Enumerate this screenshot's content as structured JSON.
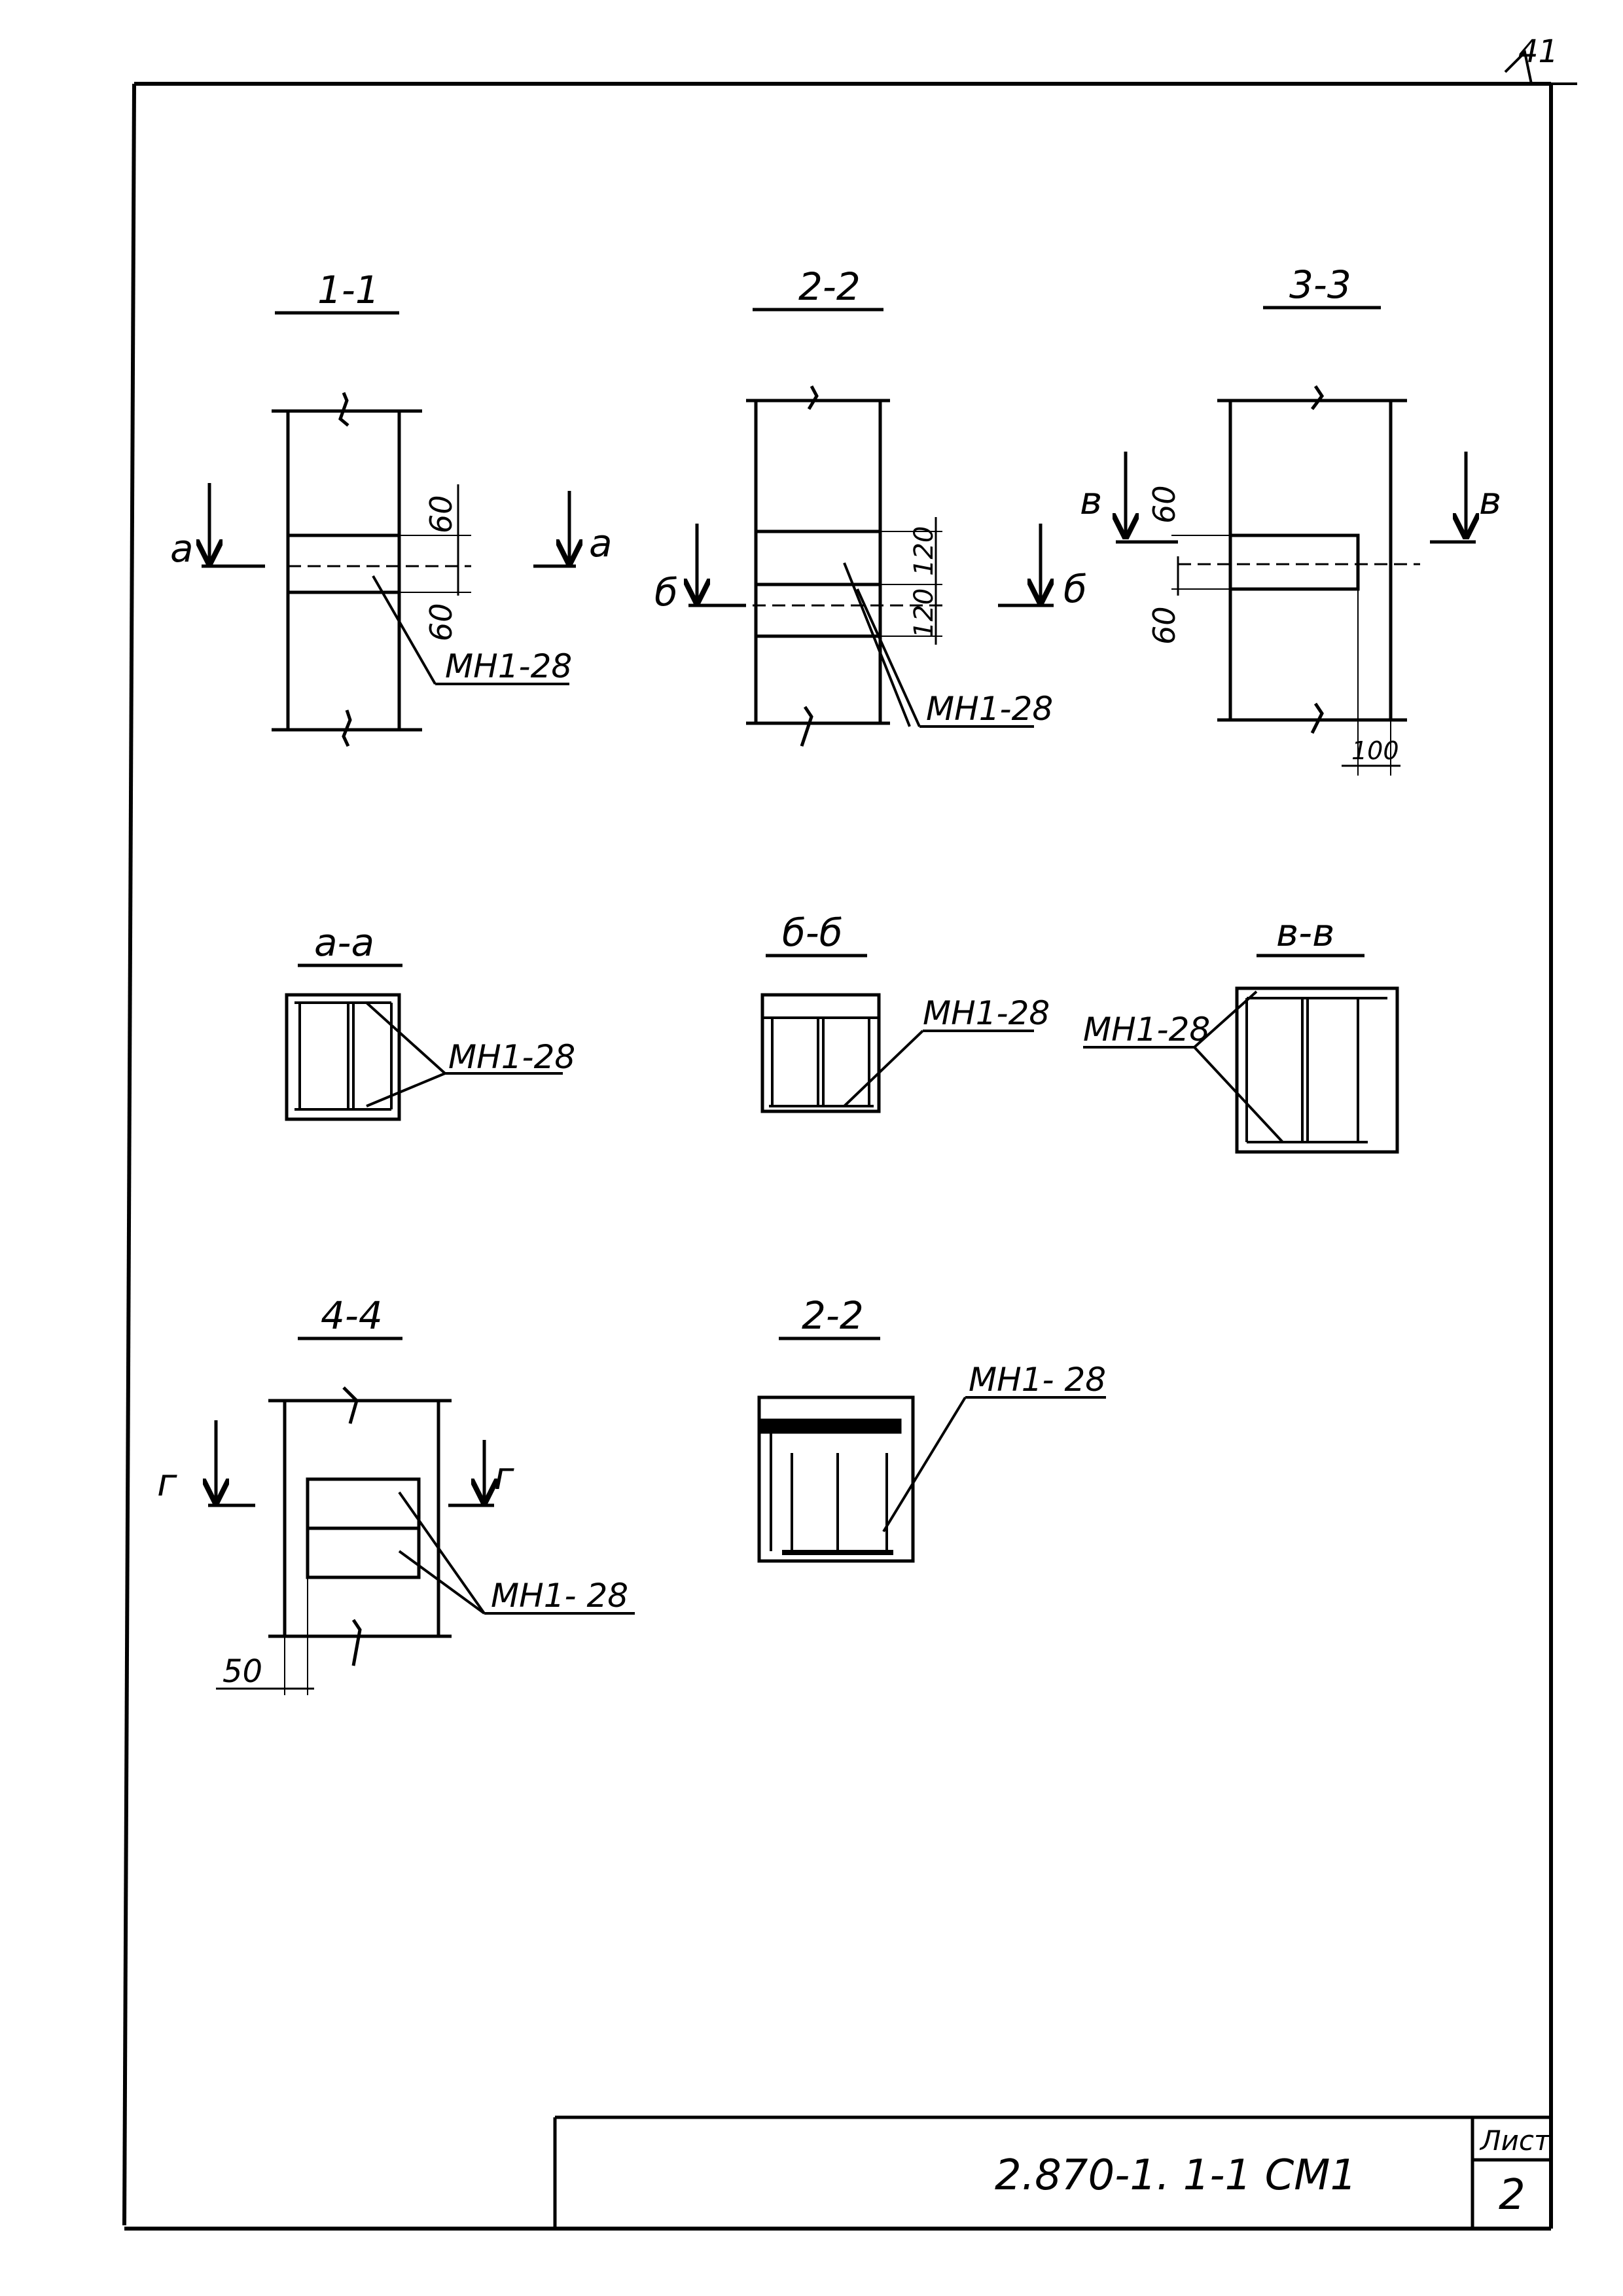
{
  "corner_mark": "41",
  "sections": {
    "s11": {
      "title": "1-1",
      "cut_left": "а",
      "cut_right": "а",
      "dim_top": "60",
      "dim_bottom": "60",
      "callout": "МН1-28"
    },
    "s22": {
      "title": "2-2",
      "cut_left": "б",
      "cut_right": "б",
      "dim_top": "120",
      "dim_bottom": "120",
      "callout": "МН1-28"
    },
    "s33": {
      "title": "3-3",
      "cut_left": "в",
      "cut_right": "в",
      "dim_top": "60",
      "dim_bottom": "60",
      "dim_width": "100"
    },
    "saa": {
      "title": "а-а",
      "callout": "МН1-28"
    },
    "sbb": {
      "title": "б-б",
      "callout": "МН1-28"
    },
    "svv": {
      "title": "в-в",
      "callout": "МН1-28"
    },
    "s44": {
      "title": "4-4",
      "cut_left": "г",
      "cut_right": "г",
      "dim_offset": "50",
      "callout": "МН1- 28"
    },
    "s22b": {
      "title": "2-2",
      "callout": "МН1- 28"
    }
  },
  "title_block": {
    "code": "2.870-1. 1-1 СМ1",
    "sheet_label": "Лист",
    "sheet_number": "2"
  }
}
